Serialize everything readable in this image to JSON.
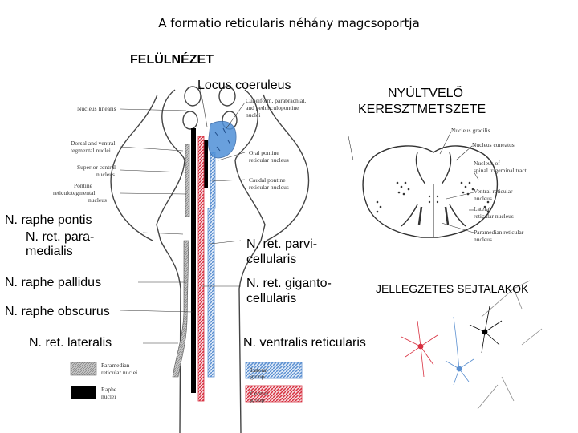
{
  "title": "A formatio reticularis néhány magcsoportja",
  "top_view": "FELÜLNÉZET",
  "cross_section": {
    "line1": "NYÚLTVELŐ",
    "line2": "KERESZTMETSZETE"
  },
  "cell_shapes": "JELLEGZETES SEJTALAKOK",
  "labels": {
    "locus_coeruleus": "Locus coeruleus",
    "raphe_pontis": "N.  raphe pontis",
    "ret_paramedialis_1": "N.  ret. para-",
    "ret_paramedialis_2": "medialis",
    "raphe_pallidus": "N.  raphe pallidus",
    "raphe_obscurus": "N.  raphe obscurus",
    "ret_lateralis": "N.  ret. lateralis",
    "parvicellularis_1": "N.  ret. parvi-",
    "parvicellularis_2": "cellularis",
    "gigantocellularis_1": "N.  ret. giganto-",
    "gigantocellularis_2": "cellularis",
    "ventralis_reticularis": "N. ventralis reticularis"
  },
  "figure_labels": {
    "nucleus_linearis": "Nucleus linearis",
    "dorsal_ventral_1": "Dorsal and ventral",
    "dorsal_ventral_2": "tegmental nuclei",
    "superior_central_1": "Superior central",
    "superior_central_2": "nucleus",
    "pontine_retic_1": "Pontine",
    "pontine_retic_2": "reticulotegmental",
    "pontine_retic_3": "nucleus",
    "cuneiform_1": "Cuneiform, parabrachial,",
    "cuneiform_2": "and pedunculopontine",
    "cuneiform_3": "nuclei",
    "oral_pontine_1": "Oral pontine",
    "oral_pontine_2": "reticular nucleus",
    "caudal_pontine_1": "Caudal pontine",
    "caudal_pontine_2": "reticular nucleus",
    "nucleus_gracilis": "Nucleus gracilis",
    "nucleus_cuneatus": "Nucleus cuneatus",
    "nucleus_spinal_1": "Nucleus of",
    "nucleus_spinal_2": "spinal trigeminal tract",
    "ventral_reticular_1": "Ventral reticular",
    "ventral_reticular_2": "nucleus",
    "lateral_reticular_1": "Lateral",
    "lateral_reticular_2": "reticular nucleus",
    "paramedian_1": "Paramedian reticular",
    "paramedian_2": "nucleus"
  },
  "legend": [
    {
      "text1": "Paramedian",
      "text2": "reticular nuclei",
      "color": "#a8a8a8"
    },
    {
      "text1": "Raphe",
      "text2": "nuclei",
      "color": "#000000"
    },
    {
      "text1": "Lateral",
      "text2": "group",
      "color": "#5a8fd0"
    },
    {
      "text1": "Central",
      "text2": "group",
      "color": "#d83040"
    }
  ],
  "colors": {
    "raphe": "#000000",
    "paramedian": "#a8a8a8",
    "lateral": "#5a8fd0",
    "central": "#d83040",
    "locus": "#4f90d8"
  }
}
